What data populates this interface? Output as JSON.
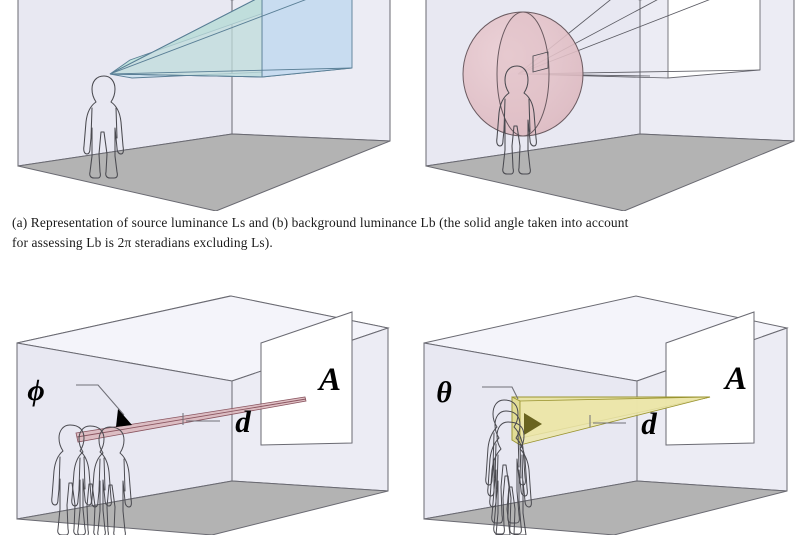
{
  "figure": {
    "caption_line1": "(a) Representation of source luminance Ls and (b) background luminance Lb (the solid angle taken into account",
    "caption_line2": "for assessing Lb is 2π steradians excluding Ls)."
  },
  "panels": {
    "a": {
      "id": "a",
      "name": "source-luminance-diagram",
      "description": "Representation of source luminance Ls",
      "quantity": "Ls",
      "solid_angle_fill": "source cone",
      "figures_count": 1
    },
    "b": {
      "id": "b",
      "name": "background-luminance-diagram",
      "description": "Background luminance Lb, 2π steradians excluding Ls",
      "quantity": "Lb",
      "solid_angle_fill": "hemisphere",
      "steradians": "2π",
      "figures_count": 1
    },
    "c": {
      "id": "c",
      "name": "horizontal-angle-diagram",
      "labels": {
        "angle": "ϕ",
        "area": "A",
        "distance": "d"
      },
      "figures_count": 3
    },
    "d": {
      "id": "d",
      "name": "vertical-angle-diagram",
      "labels": {
        "angle": "θ",
        "area": "A",
        "distance": "d"
      },
      "figures_count": 3
    }
  },
  "colors": {
    "wall_left": "#e8e8f2",
    "wall_right": "#ececf4",
    "ceiling": "#f3f3f9",
    "floor": "#b3b3b3",
    "outline": "#6a6a72",
    "cone_top": "#c3e4de",
    "cone_front": "#c8dcf0",
    "cone_stroke": "#5a7f96",
    "sphere": "#e3c3c8",
    "sphere_stroke": "#6a5a60",
    "wedge_pink": "#d9b3b8",
    "wedge_pink_stroke": "#8a5560",
    "wedge_yellow": "#e8e2a0",
    "wedge_yellow_stroke": "#9a9430",
    "source_white": "#ffffff",
    "person_stroke": "#4a4a50",
    "leader_line": "#707078",
    "text": "#1a1a1a"
  }
}
